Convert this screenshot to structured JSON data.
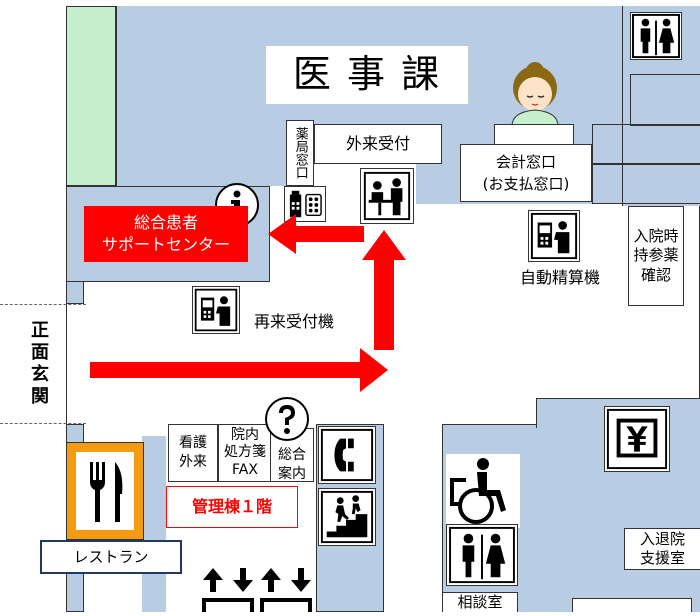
{
  "labels": {
    "medical_affairs": "医 事 課",
    "outpatient_reception": "外来受付",
    "pharmacy_window": "薬局窓口",
    "accounting_window": "会計窓口\n(お支払窓口)",
    "patient_support_center": "総合患者\nサポートセンター",
    "admission_medicine_check": "入院時\n持参薬\n確認",
    "auto_payment_machine": "自動精算機",
    "return_reception_machine": "再来受付機",
    "main_entrance": "正\n面\n玄\n関",
    "nursing_outpatient": "看護\n外来",
    "prescription_fax": "院内\n処方箋\nFAX",
    "general_information": "総合\n案内",
    "admin_building_1f": "管理棟１階",
    "restaurant": "レストラン",
    "admission_discharge_support": "入退院\n支援室",
    "consultation_room": "相談室"
  },
  "icons": [
    "info-icon",
    "question-icon",
    "telephone-icon",
    "stairs-icon",
    "elevator-icon",
    "restroom-icon",
    "wheelchair-icon",
    "atm-yen-icon",
    "cutlery-icon",
    "reception-desk-icon",
    "kiosk-icon",
    "medicine-icon",
    "receptionist-icon"
  ],
  "colors": {
    "room": "#b8cce4",
    "corridor": "#ffffff",
    "arrow": "#ff0000",
    "support_center": "#ff0000",
    "restaurant": "#f39c12",
    "garden": "#c6efce",
    "restaurant_label_border": "#1f3864",
    "admin_text": "#ff0000"
  }
}
